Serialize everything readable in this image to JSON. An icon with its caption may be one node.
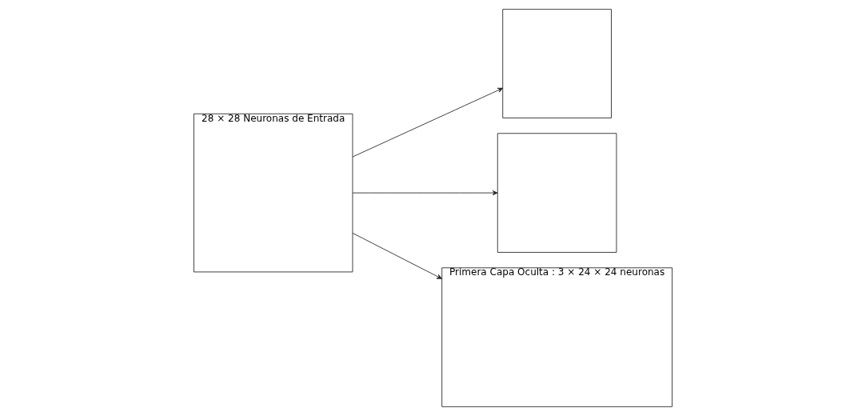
{
  "diagram": {
    "nodes": [
      {
        "text": [
          "28 × 28 Neuronas de Entrada"
        ]
      },
      {
        "text": [],
        "shape": "box"
      },
      {
        "text": [],
        "shape": "box"
      },
      {
        "text": [
          "Primera Capa Oculta : 3 × 24 × 24 neuronas"
        ]
      }
    ],
    "edges": [
      {
        "from": 0,
        "to": 3,
        "arrow": "to"
      },
      {
        "from": 0,
        "to": 2,
        "arrow": "to"
      },
      {
        "from": 0,
        "to": 1,
        "arrow": "to"
      }
    ]
  }
}
